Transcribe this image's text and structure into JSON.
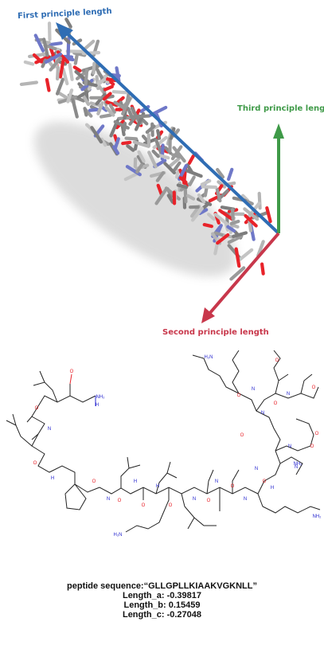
{
  "axes": {
    "first": {
      "label": "First principle length",
      "color": "#2f6db4"
    },
    "third": {
      "label": "Third principle length",
      "color": "#3f9a48"
    },
    "second": {
      "label": "Second principle length",
      "color": "#c8374b"
    }
  },
  "molecule": {
    "bond_color": "#222222",
    "oxygen_color": "#e8232a",
    "nitrogen_color": "#2a2ad0",
    "atom_oxygen": "O",
    "atom_nitrogen": "N",
    "atom_amine_h": "H",
    "atom_amine": "NH",
    "atom_amine_2": "NH₂",
    "atom_h2n": "H₂N"
  },
  "info": {
    "sequence_line": "peptide sequence:“GLLGPLLKIAAKVGKNLL”",
    "length_a": "Length_a: -0.39817",
    "length_b": "Length_b: 0.15459",
    "length_c": "Length_c: -0.27048"
  }
}
